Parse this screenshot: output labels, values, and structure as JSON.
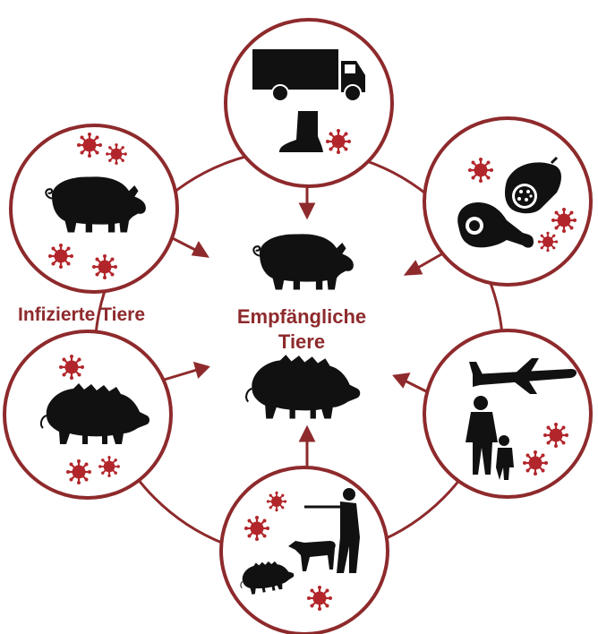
{
  "labels": {
    "infected": "Infizierte Tiere",
    "susceptible_line1": "Empfängliche",
    "susceptible_line2": "Tiere"
  },
  "colors": {
    "accent": "#8e2a2c",
    "virus": "#b2262b",
    "silhouette": "#111111"
  },
  "nodes": [
    {
      "id": "transport",
      "icons": [
        "truck-icon",
        "boot-icon",
        "virus-icon"
      ]
    },
    {
      "id": "food",
      "icons": [
        "sausage-icon",
        "ham-icon",
        "virus-icon"
      ]
    },
    {
      "id": "travel",
      "icons": [
        "airplane-icon",
        "people-icon",
        "virus-icon"
      ]
    },
    {
      "id": "hunting",
      "icons": [
        "hunter-icon",
        "dog-icon",
        "boar-icon",
        "virus-icon"
      ]
    },
    {
      "id": "infected-wild-boar",
      "icons": [
        "boar-icon",
        "virus-icon"
      ]
    },
    {
      "id": "infected-domestic-pig",
      "icons": [
        "pig-icon",
        "virus-icon"
      ]
    }
  ]
}
